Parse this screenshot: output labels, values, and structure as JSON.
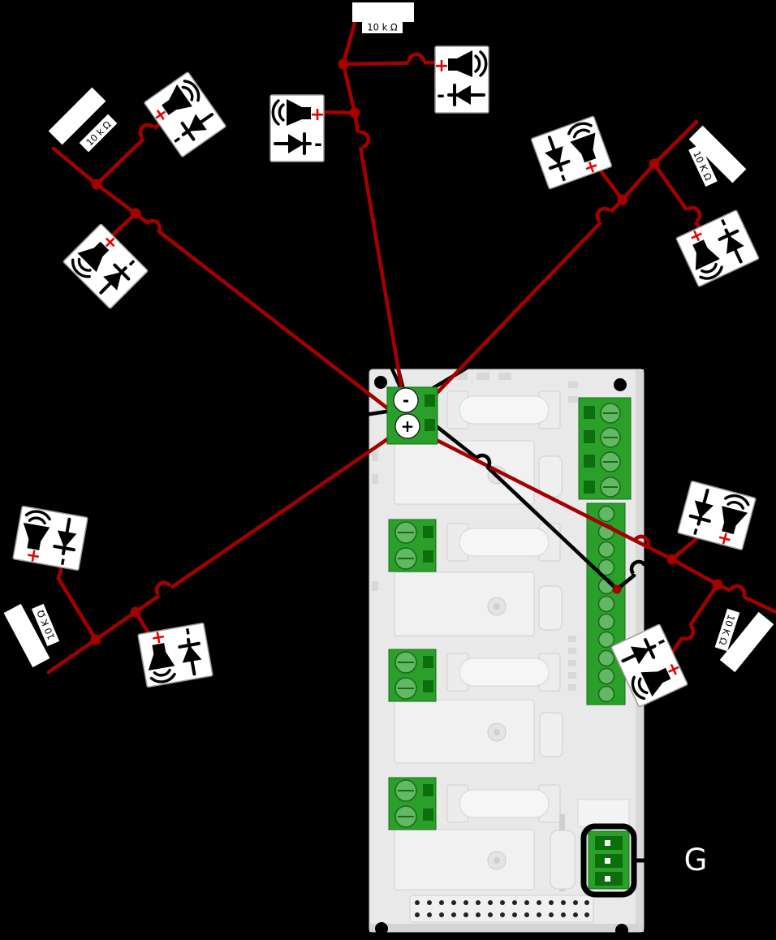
{
  "labels": {
    "plus": "+",
    "minus": "-"
  },
  "terminal_block": {
    "minus": "-",
    "plus": "+"
  },
  "ground_callout": {
    "label": "G"
  },
  "resistors": [
    {
      "id": "eol-resistor-top",
      "label": "10 k Ω"
    },
    {
      "id": "eol-resistor-upper-left",
      "label": "10 k Ω"
    },
    {
      "id": "eol-resistor-upper-right",
      "label": "10 K Ω"
    },
    {
      "id": "eol-resistor-lower-left",
      "label": "10 K Ω"
    },
    {
      "id": "eol-resistor-lower-right",
      "label": "10 K Ω"
    }
  ],
  "speakers": [
    {
      "id": "speaker-1"
    },
    {
      "id": "speaker-2"
    },
    {
      "id": "speaker-3"
    },
    {
      "id": "speaker-4"
    },
    {
      "id": "speaker-5"
    },
    {
      "id": "speaker-6"
    },
    {
      "id": "speaker-7"
    },
    {
      "id": "speaker-8"
    },
    {
      "id": "speaker-9"
    },
    {
      "id": "speaker-10"
    }
  ],
  "colors": {
    "background": "#000000",
    "wire_positive": "#a40000",
    "wire_negative": "#000000",
    "polarity_plus": "#e60000",
    "board": "#e9e9e9",
    "terminal_green": "#2aa02a"
  }
}
